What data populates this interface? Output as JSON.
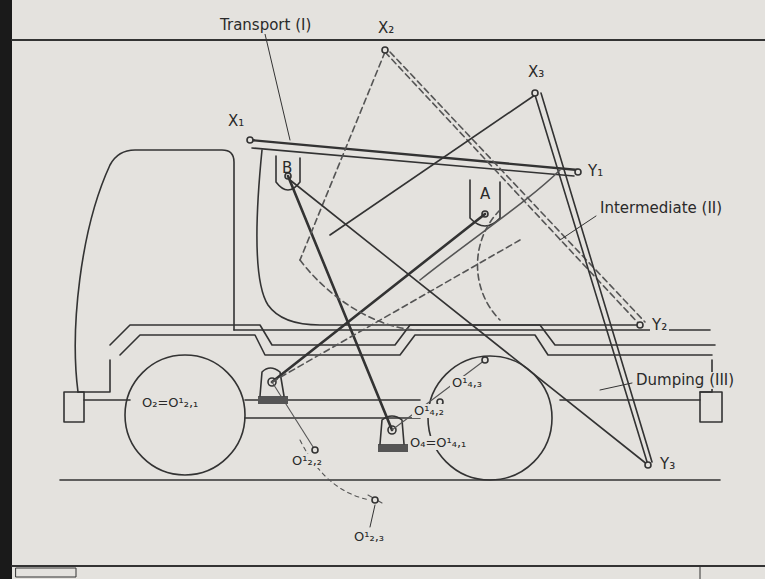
{
  "diagram": {
    "labels": [
      "Transport (I)",
      "X₁",
      "X₂",
      "X₃",
      "Y₁",
      "Intermediate (II)",
      "Y₂",
      "Dumping (III)",
      "Y₃",
      "B",
      "A",
      "O₂=O¹₂,₁",
      "O¹₂,₂",
      "O¹₂,₃",
      "O₄=O¹₄,₁",
      "O¹₄,₂",
      "O¹₄,₃"
    ]
  }
}
